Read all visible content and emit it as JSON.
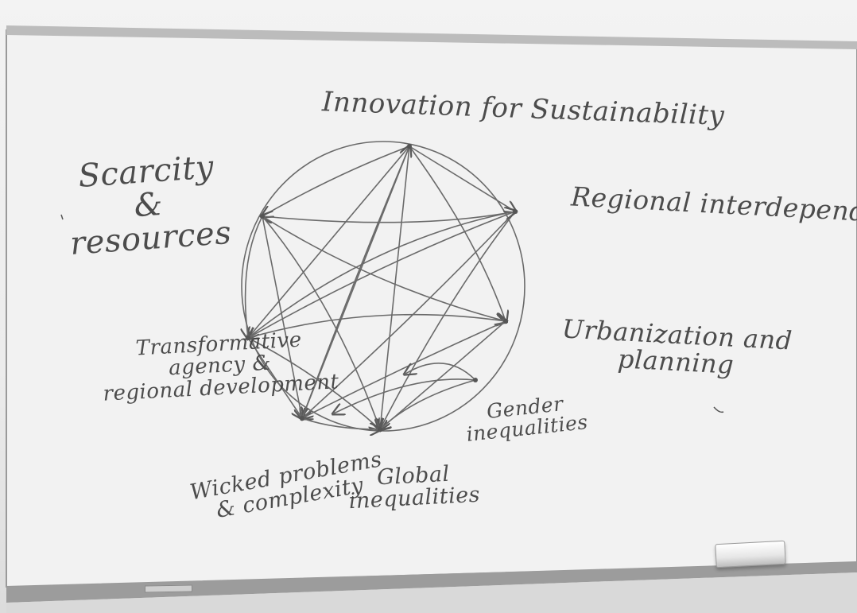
{
  "whiteboard": {
    "title": "Innovation for Sustainability",
    "node_labels": {
      "scarcity": [
        "Scarcity",
        "&",
        "resources"
      ],
      "regional": "Regional interdependencies",
      "urbanization": [
        "Urbanization and",
        "planning"
      ],
      "transformative": [
        "Transformative",
        "agency &",
        "regional development"
      ],
      "gender": [
        "Gender",
        "inequalities"
      ],
      "wicked": [
        "Wicked problems",
        "& complexity"
      ],
      "global": [
        "Global",
        "inequalities"
      ]
    },
    "colors": {
      "board": "#f1f1f1",
      "ink": "#3b3b3b",
      "frame": "#8c8c8c"
    }
  }
}
